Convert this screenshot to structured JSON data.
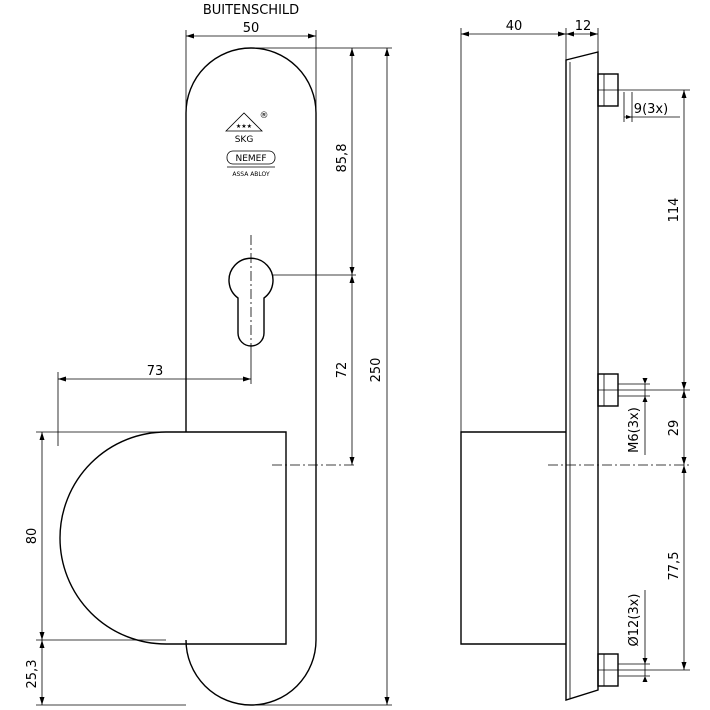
{
  "drawing": {
    "title": "BUITENSCHILD",
    "logos": {
      "skg": "SKG",
      "registered": "®",
      "stars": "★★★",
      "nemef": "NEMEF",
      "assa_abloy": "ASSA ABLOY"
    },
    "front_view": {
      "width": "50",
      "height_total": "250",
      "to_cylinder": "85,8",
      "cylinder_to_knob": "72",
      "knob_offset": "73",
      "knob_height": "80",
      "bottom": "25,3"
    },
    "side_view": {
      "depth_knob": "40",
      "plate_thickness": "12",
      "screw_depth": "9(3x)",
      "hole_spacing_top": "114",
      "hole_spacing_mid": "29",
      "hole_spacing_bottom": "77,5",
      "thread": "M6(3x)",
      "bore": "Ø12(3x)"
    }
  }
}
